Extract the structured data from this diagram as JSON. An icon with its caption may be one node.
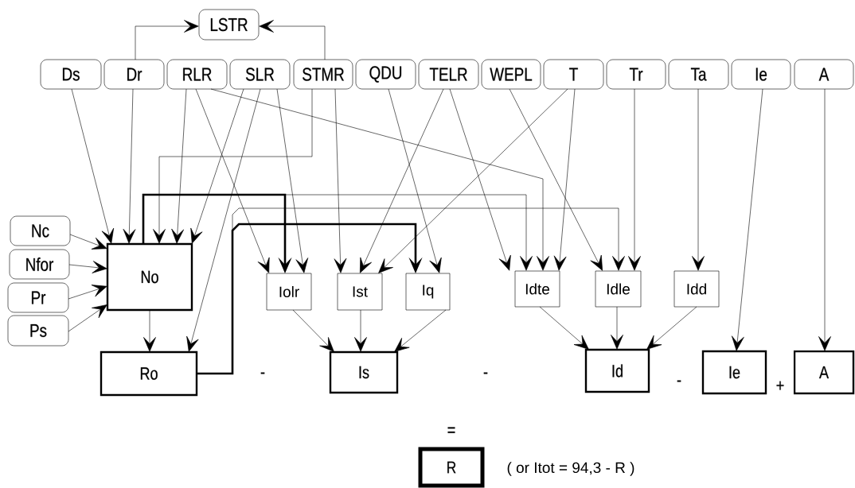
{
  "diagram": {
    "nodes": [
      {
        "text": [
          "LSTR"
        ]
      },
      {
        "text": [
          "Ds"
        ]
      },
      {
        "text": [
          "Dr"
        ]
      },
      {
        "text": [
          "RLR"
        ]
      },
      {
        "text": [
          "SLR"
        ]
      },
      {
        "text": [
          "STMR"
        ]
      },
      {
        "text": [
          "QDU"
        ]
      },
      {
        "text": [
          "TELR"
        ]
      },
      {
        "text": [
          "WEPL"
        ]
      },
      {
        "text": [
          "T"
        ]
      },
      {
        "text": [
          "Tr"
        ]
      },
      {
        "text": [
          "Ta"
        ]
      },
      {
        "text": [
          "Ie"
        ]
      },
      {
        "text": [
          "A"
        ]
      },
      {
        "text": [
          "Nc"
        ]
      },
      {
        "text": [
          "Nfor"
        ]
      },
      {
        "text": [
          "Pr"
        ]
      },
      {
        "text": [
          "Ps"
        ]
      },
      {
        "text": [
          "No"
        ]
      },
      {
        "text": [
          "Iolr"
        ]
      },
      {
        "text": [
          "Ist"
        ]
      },
      {
        "text": [
          "Iq"
        ]
      },
      {
        "text": [
          "Idte"
        ]
      },
      {
        "text": [
          "Idle"
        ]
      },
      {
        "text": [
          "Idd"
        ]
      },
      {
        "text": [
          "Ro"
        ]
      },
      {
        "text": [
          "Is"
        ]
      },
      {
        "text": [
          "Id"
        ]
      },
      {
        "text": [
          "Ie"
        ]
      },
      {
        "text": [
          "A"
        ]
      },
      {
        "text": [
          "R"
        ],
        "beside": [
          "( or Itot = 94,3 - R )"
        ]
      }
    ],
    "edges": [
      {
        "from": 2,
        "to": 0,
        "arrow": "to"
      },
      {
        "from": 5,
        "to": 0,
        "arrow": "to"
      },
      {
        "from": 1,
        "to": 18,
        "arrow": "to"
      },
      {
        "from": 2,
        "to": 18,
        "arrow": "to"
      },
      {
        "from": 5,
        "to": 18,
        "arrow": "to"
      },
      {
        "from": 3,
        "to": 18,
        "arrow": "to"
      },
      {
        "from": 4,
        "to": 18,
        "arrow": "to"
      },
      {
        "from": 14,
        "to": 18,
        "arrow": "to"
      },
      {
        "from": 15,
        "to": 18,
        "arrow": "to"
      },
      {
        "from": 16,
        "to": 18,
        "arrow": "to"
      },
      {
        "from": 17,
        "to": 18,
        "arrow": "to"
      },
      {
        "from": 18,
        "to": 19,
        "arrow": "to",
        "style": "thick"
      },
      {
        "from": 18,
        "to": 22,
        "arrow": "to"
      },
      {
        "from": 3,
        "to": 19,
        "arrow": "to"
      },
      {
        "from": 4,
        "to": 19,
        "arrow": "to"
      },
      {
        "from": 5,
        "to": 20,
        "arrow": "to"
      },
      {
        "from": 7,
        "to": 20,
        "arrow": "to"
      },
      {
        "from": 9,
        "to": 20,
        "arrow": "to"
      },
      {
        "from": 6,
        "to": 21,
        "arrow": "to"
      },
      {
        "from": 25,
        "to": 21,
        "arrow": "to",
        "style": "thick"
      },
      {
        "from": 25,
        "to": 23,
        "arrow": "to"
      },
      {
        "from": 3,
        "to": 22,
        "arrow": "to"
      },
      {
        "from": 7,
        "to": 22,
        "arrow": "to"
      },
      {
        "from": 9,
        "to": 22,
        "arrow": "to"
      },
      {
        "from": 8,
        "to": 23,
        "arrow": "to"
      },
      {
        "from": 10,
        "to": 23,
        "arrow": "to"
      },
      {
        "from": 11,
        "to": 24,
        "arrow": "to"
      },
      {
        "from": 12,
        "to": 28,
        "arrow": "to"
      },
      {
        "from": 13,
        "to": 29,
        "arrow": "to"
      },
      {
        "from": 18,
        "to": 25,
        "arrow": "to"
      },
      {
        "from": 4,
        "to": 25,
        "arrow": "to"
      },
      {
        "from": 19,
        "to": 26,
        "arrow": "to"
      },
      {
        "from": 20,
        "to": 26,
        "arrow": "to"
      },
      {
        "from": 21,
        "to": 26,
        "arrow": "to"
      },
      {
        "from": 22,
        "to": 27,
        "arrow": "to"
      },
      {
        "from": 23,
        "to": 27,
        "arrow": "to"
      },
      {
        "from": 24,
        "to": 27,
        "arrow": "to"
      }
    ],
    "labels": [
      "-",
      "-",
      "-",
      "+",
      "="
    ]
  }
}
